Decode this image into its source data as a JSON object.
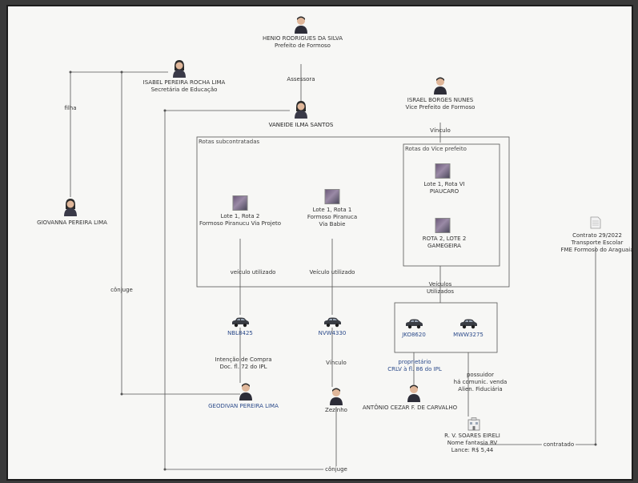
{
  "people": {
    "henio": {
      "name": "HENIO RODRIGUES DA SILVA",
      "role": "Prefeito de Formoso"
    },
    "isabel": {
      "name": "ISABEL PEREIRA ROCHA LIMA",
      "role": "Secretária de Educação"
    },
    "vaneide": {
      "name": "VANEIDE ILMA SANTOS"
    },
    "israel": {
      "name": "ISRAEL BORGES NUNES",
      "role": "Vice Prefeito de Formoso"
    },
    "giovanna": {
      "name": "GIOVANNA PEREIRA LIMA"
    },
    "geodivan": {
      "name": "GEODIVAN PEREIRA LIMA"
    },
    "zezinho": {
      "name": "Zezinho"
    },
    "antonio": {
      "name": "ANTÔNIO CEZAR F. DE CARVALHO"
    }
  },
  "groups": {
    "subcontratadas": {
      "title": "Rotas subcontratadas"
    },
    "vice": {
      "title": "Rotas do Vice prefeito"
    }
  },
  "routes": {
    "r1": {
      "line1": "Lote 1, Rota 2",
      "line2": "Formoso Piranucu Via Projeto"
    },
    "r2": {
      "line1": "Lote 1, Rota 1",
      "line2": "Formoso Piranuca",
      "line3": "Via Babie"
    },
    "r3": {
      "line1": "Lote 1, Rota VI",
      "line2": "PIAUCARO"
    },
    "r4": {
      "line1": "ROTA 2, LOTE 2",
      "line2": "GAMEGEIRA"
    }
  },
  "vehicles": {
    "v1": {
      "plate": "NBL8425"
    },
    "v2": {
      "plate": "NVW4330"
    },
    "v3": {
      "plate": "JKO8620"
    },
    "v4": {
      "plate": "MWW3275"
    }
  },
  "contract": {
    "line1": "Contrato 29/2022",
    "line2": "Transporte Escolar",
    "line3": "FME Formoso do Araguaia"
  },
  "company": {
    "line1": "R. V. SOARES EIRELI",
    "line2": "Nome fantasia RV",
    "line3": "Lance: R$ 5,44"
  },
  "edge_labels": {
    "assessora": "Assessora",
    "filha": "filha",
    "conjuge_left": "cônjuge",
    "vinculo_israel": "Vínculo",
    "veiculo_utilizado_1": "veículo utilizado",
    "veiculo_utilizado_2": "Veículo utilizado",
    "veiculos_utilizados_1": "Veículos",
    "veiculos_utilizados_2": "Utilizados",
    "intencao_1": "Intenção de Compra",
    "intencao_2": "Doc. fl. 72 do IPL",
    "vinculo_zezinho": "Vínculo",
    "proprietario_1": "proprietário",
    "proprietario_2": "CRLV à fl. 86 do IPL",
    "possuidor_1": "possuidor",
    "possuidor_2": "há comunic. venda",
    "possuidor_3": "Alien. Fiduciária",
    "contratado": "contratado",
    "conjuge_bottom": "cônjuge"
  }
}
